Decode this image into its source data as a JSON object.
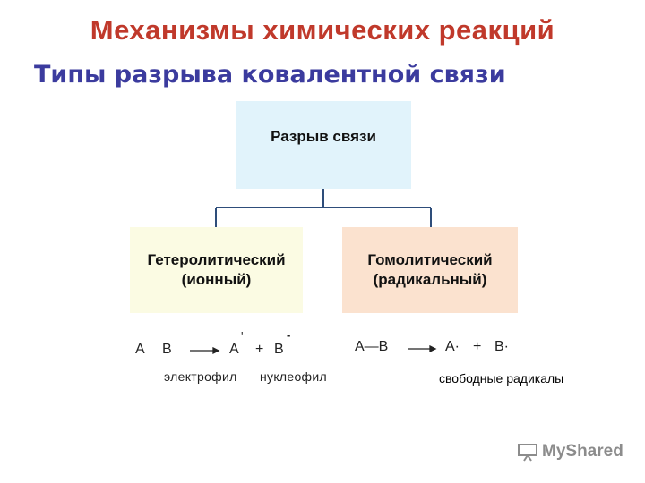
{
  "title": "Механизмы химических реакций",
  "subtitle": "Типы разрыва ковалентной связи",
  "diagram": {
    "root": "Разрыв связи",
    "left": {
      "line1": "Гетеролитический",
      "line2": "(ионный)"
    },
    "right": {
      "line1": "Гомолитический",
      "line2": "(радикальный)"
    },
    "colors": {
      "root_bg": "#e1f3fb",
      "left_bg": "#fbfbe3",
      "right_bg": "#fbe2cf",
      "connector": "#2e4d7a"
    }
  },
  "hetero_equation": {
    "a": "А",
    "b": "В",
    "product_a": "А",
    "plus": "+",
    "product_b": "В",
    "charge_a": "'",
    "charge_b": "-",
    "electrophile": "электрофил",
    "nucleophile": "нуклеофил"
  },
  "homo_equation": {
    "reactant": "А—В",
    "product_a": "А·",
    "plus": "+",
    "product_b": "В·",
    "caption": "свободные радикалы"
  },
  "logo": {
    "text": "MyShared",
    "icon": "presentation-icon"
  }
}
